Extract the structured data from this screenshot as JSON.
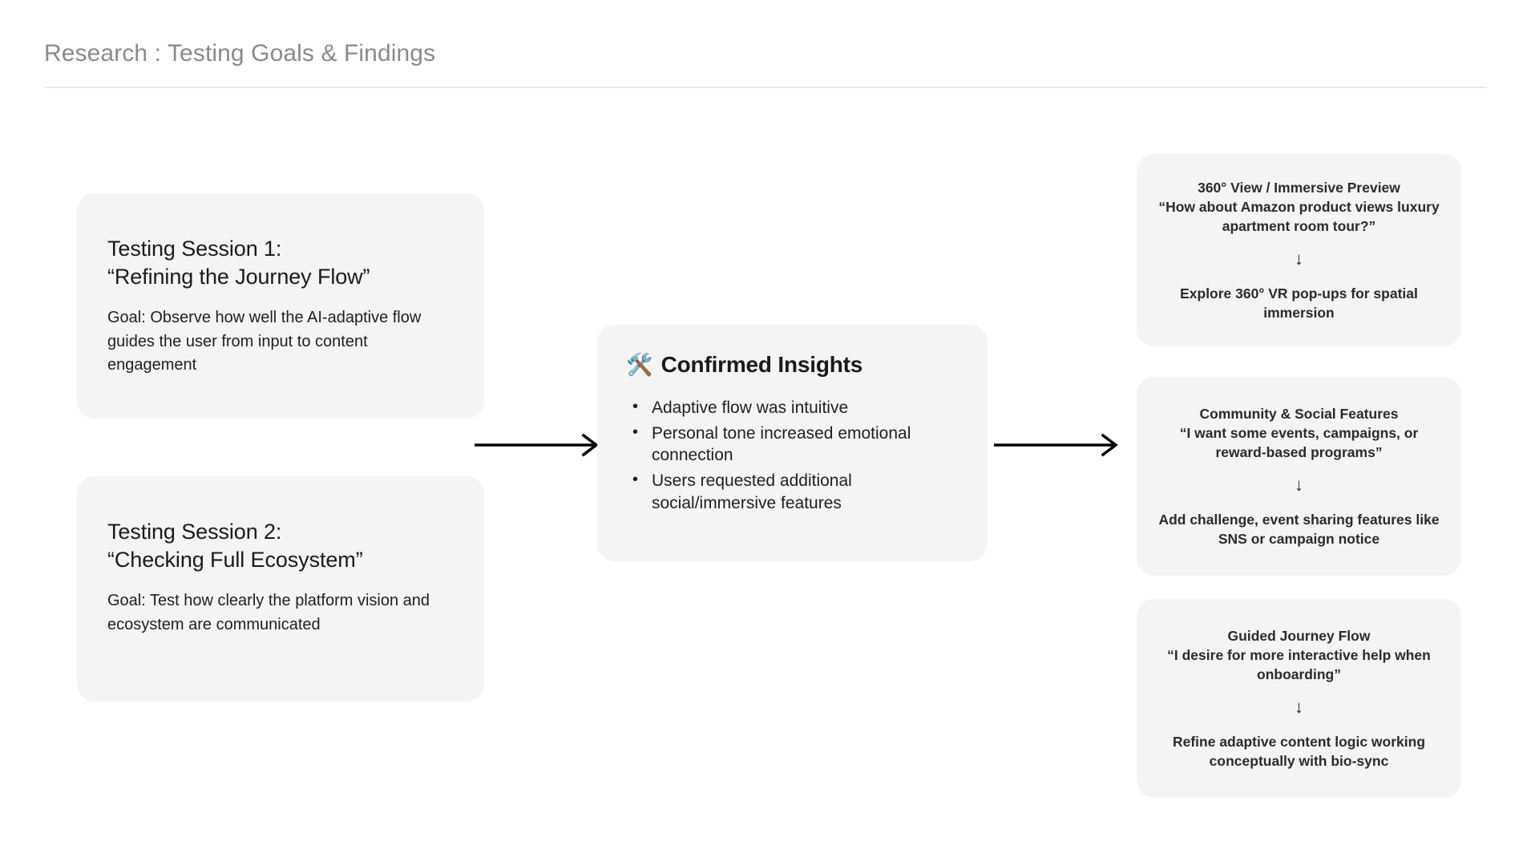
{
  "header": {
    "title": "Research : Testing Goals & Findings"
  },
  "sessions": [
    {
      "title": "Testing Session 1:\n“Refining the Journey Flow”",
      "goal": "Goal: Observe how well the AI-adaptive flow guides the user from input to content engagement"
    },
    {
      "title": "Testing Session 2:\n“Checking Full Ecosystem”",
      "goal": "Goal: Test how clearly the platform vision and ecosystem are communicated"
    }
  ],
  "insights": {
    "emoji": "🛠️",
    "icon_name": "hammer-and-wrench-icon",
    "title": "Confirmed Insights",
    "items": [
      "Adaptive flow was intuitive",
      "Personal tone increased emotional connection",
      "Users requested additional social/immersive features"
    ]
  },
  "outcomes": [
    {
      "quote": "360° View / Immersive Preview\n“How about Amazon product views luxury apartment room tour?”",
      "arrow": "↓",
      "action": "Explore 360° VR pop-ups for spatial immersion"
    },
    {
      "quote": "Community & Social Features\n“I want some events, campaigns, or reward-based programs”",
      "arrow": "↓",
      "action": "Add challenge, event sharing features like SNS or campaign notice"
    },
    {
      "quote": "Guided Journey Flow\n“I desire for more interactive help when onboarding”",
      "arrow": "↓",
      "action": "Refine adaptive content logic working conceptually with bio-sync"
    }
  ],
  "colors": {
    "background": "#ffffff",
    "card_background": "#f4f4f4",
    "title_text": "#8a8a8a",
    "body_text": "#1f1f1f",
    "divider": "#e8e8e8",
    "arrow": "#000000"
  }
}
